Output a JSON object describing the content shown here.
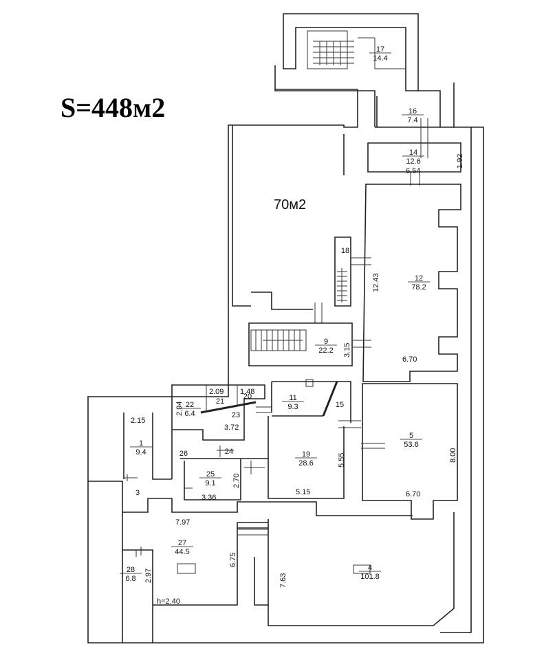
{
  "title": "S=448м2",
  "highlight_area": "70м2",
  "height_note": "h=2.40",
  "rooms": [
    {
      "id": "room-17",
      "num": "17",
      "area": "14.4"
    },
    {
      "id": "room-16",
      "num": "16",
      "area": "7.4"
    },
    {
      "id": "room-14",
      "num": "14",
      "area": "12.6"
    },
    {
      "id": "room-12",
      "num": "12",
      "area": "78.2"
    },
    {
      "id": "room-18",
      "num": "18",
      "area": ""
    },
    {
      "id": "room-9",
      "num": "9",
      "area": "22.2"
    },
    {
      "id": "room-22",
      "num": "22",
      "area": "6.4"
    },
    {
      "id": "room-21",
      "num": "21",
      "area": ""
    },
    {
      "id": "room-20",
      "num": "20",
      "area": ""
    },
    {
      "id": "room-23",
      "num": "23",
      "area": ""
    },
    {
      "id": "room-11",
      "num": "11",
      "area": "9.3"
    },
    {
      "id": "room-15",
      "num": "15",
      "area": ""
    },
    {
      "id": "room-5",
      "num": "5",
      "area": "53.6"
    },
    {
      "id": "room-1",
      "num": "1",
      "area": "9.4"
    },
    {
      "id": "room-26",
      "num": "26",
      "area": ""
    },
    {
      "id": "room-24",
      "num": "24",
      "area": ""
    },
    {
      "id": "room-19",
      "num": "19",
      "area": "28.6"
    },
    {
      "id": "room-25",
      "num": "25",
      "area": "9.1"
    },
    {
      "id": "room-3",
      "num": "3",
      "area": ""
    },
    {
      "id": "room-27",
      "num": "27",
      "area": "44.5"
    },
    {
      "id": "room-28",
      "num": "28",
      "area": "6.8"
    },
    {
      "id": "room-4",
      "num": "4",
      "area": "101.8"
    }
  ],
  "dimensions": [
    "1.92",
    "6.54",
    "12.43",
    "6.70",
    "3.15",
    "2.09",
    "1.48",
    "2.94",
    "2.15",
    "3.72",
    "5.55",
    "8.00",
    "6.70",
    "2.70",
    "5.15",
    "3.36",
    "7.97",
    "6.75",
    "7.63",
    "2.97"
  ]
}
